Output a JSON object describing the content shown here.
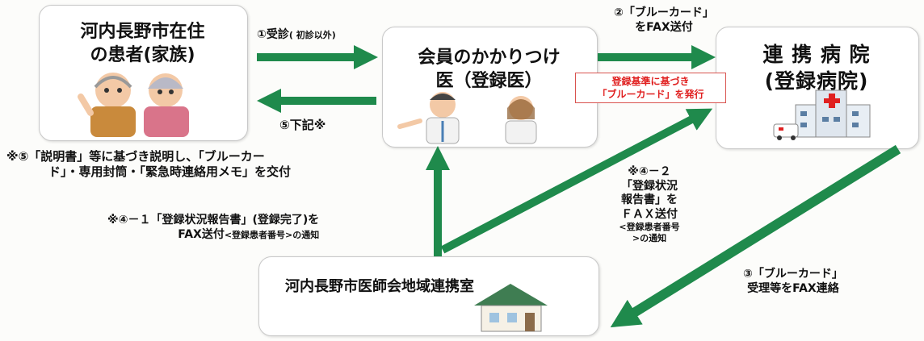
{
  "nodes": {
    "patient": {
      "line1": "河内長野市在住",
      "line2": "の患者(家族)"
    },
    "doctor": {
      "line1": "会員のかかりつけ",
      "line2": "医（登録医）"
    },
    "hospital": {
      "line1": "連 携 病 院",
      "line2": "(登録病院)"
    },
    "office": {
      "title": "河内長野市医師会地域連携室"
    }
  },
  "labels": {
    "step1_main": "①受診",
    "step1_note": "( 初診以外)",
    "step2_line1": "②「ブルーカード」",
    "step2_line2": "をFAX送付",
    "step5": "⑤下記※",
    "note5_line1": "※⑤「説明書」等に基づき説明し、「ブルーカー",
    "note5_line2": "ド」・専用封筒・「緊急時連絡用メモ」を交付",
    "red_line1": "登録基準に基づき",
    "red_line2": "「ブルーカード」を発行",
    "step42_line1": "※④－２",
    "step42_line2": "「登録状況",
    "step42_line3": "報告書」を",
    "step42_line4": "ＦＡＸ送付",
    "step42_line5": "<登録患者番号",
    "step42_line6": ">の通知",
    "step41_line1": "※④－１「登録状況報告書」(登録完了)を",
    "step41_line2_main": "FAX送付",
    "step41_line2_note": "<登録患者番号>の通知",
    "step3_line1": "③「ブルーカード」",
    "step3_line2": "受理等をFAX連絡"
  },
  "colors": {
    "arrow": "#1f8a4c",
    "red": "#e02020",
    "box_border": "#c9c9c9"
  }
}
